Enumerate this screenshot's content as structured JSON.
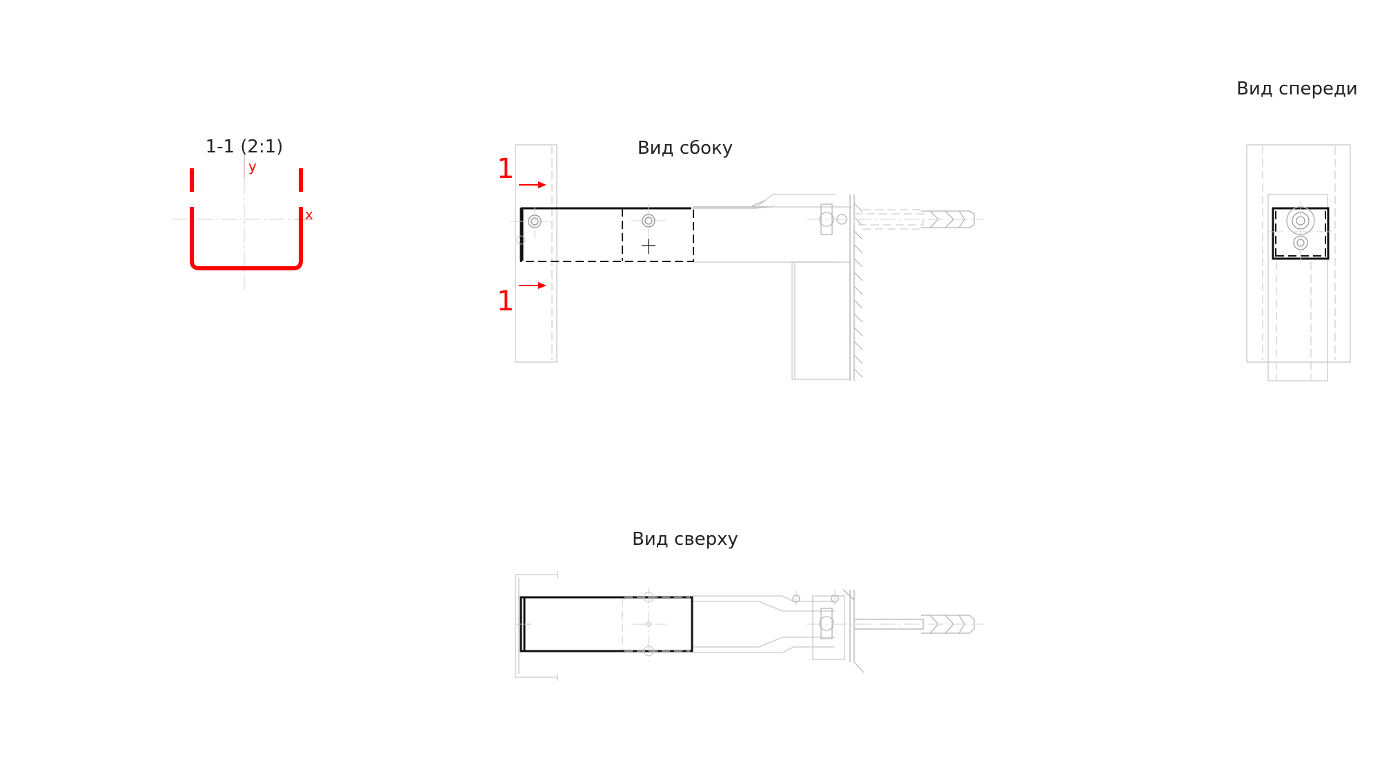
{
  "labels": {
    "section": "1-1 (2:1)",
    "axis_y": "y",
    "axis_x": "x",
    "side_view": "Вид сбоку",
    "front_view": "Вид спереди",
    "top_view": "Вид сверху",
    "cut_mark_top": "1",
    "cut_mark_bottom": "1"
  },
  "colors": {
    "section_line": "#ff0000",
    "object_line": "#111111",
    "hidden_line": "#cfcfcf"
  }
}
